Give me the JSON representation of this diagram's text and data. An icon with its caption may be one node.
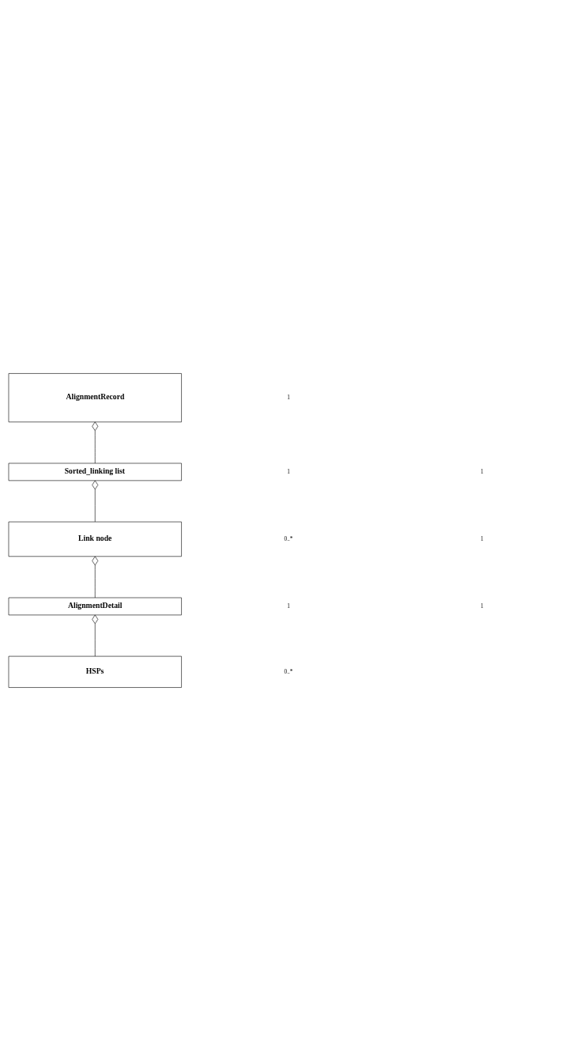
{
  "diagram": {
    "nodes": [
      {
        "text": [
          "AlignmentRecord"
        ]
      },
      {
        "text": [
          "Sorted_linking list"
        ]
      },
      {
        "text": [
          "Link node"
        ]
      },
      {
        "text": [
          "AlignmentDetail"
        ]
      },
      {
        "text": [
          "HSPs"
        ]
      }
    ],
    "edges": [
      {
        "from": 0,
        "to": 1,
        "arrow": "other"
      },
      {
        "from": 1,
        "to": 2,
        "arrow": "other"
      },
      {
        "from": 2,
        "to": 3,
        "arrow": "other"
      },
      {
        "from": 3,
        "to": 4,
        "arrow": "other"
      }
    ],
    "labels": [
      "1",
      "1",
      "1",
      "0..*",
      "1",
      "1",
      "1",
      "0..*"
    ]
  }
}
